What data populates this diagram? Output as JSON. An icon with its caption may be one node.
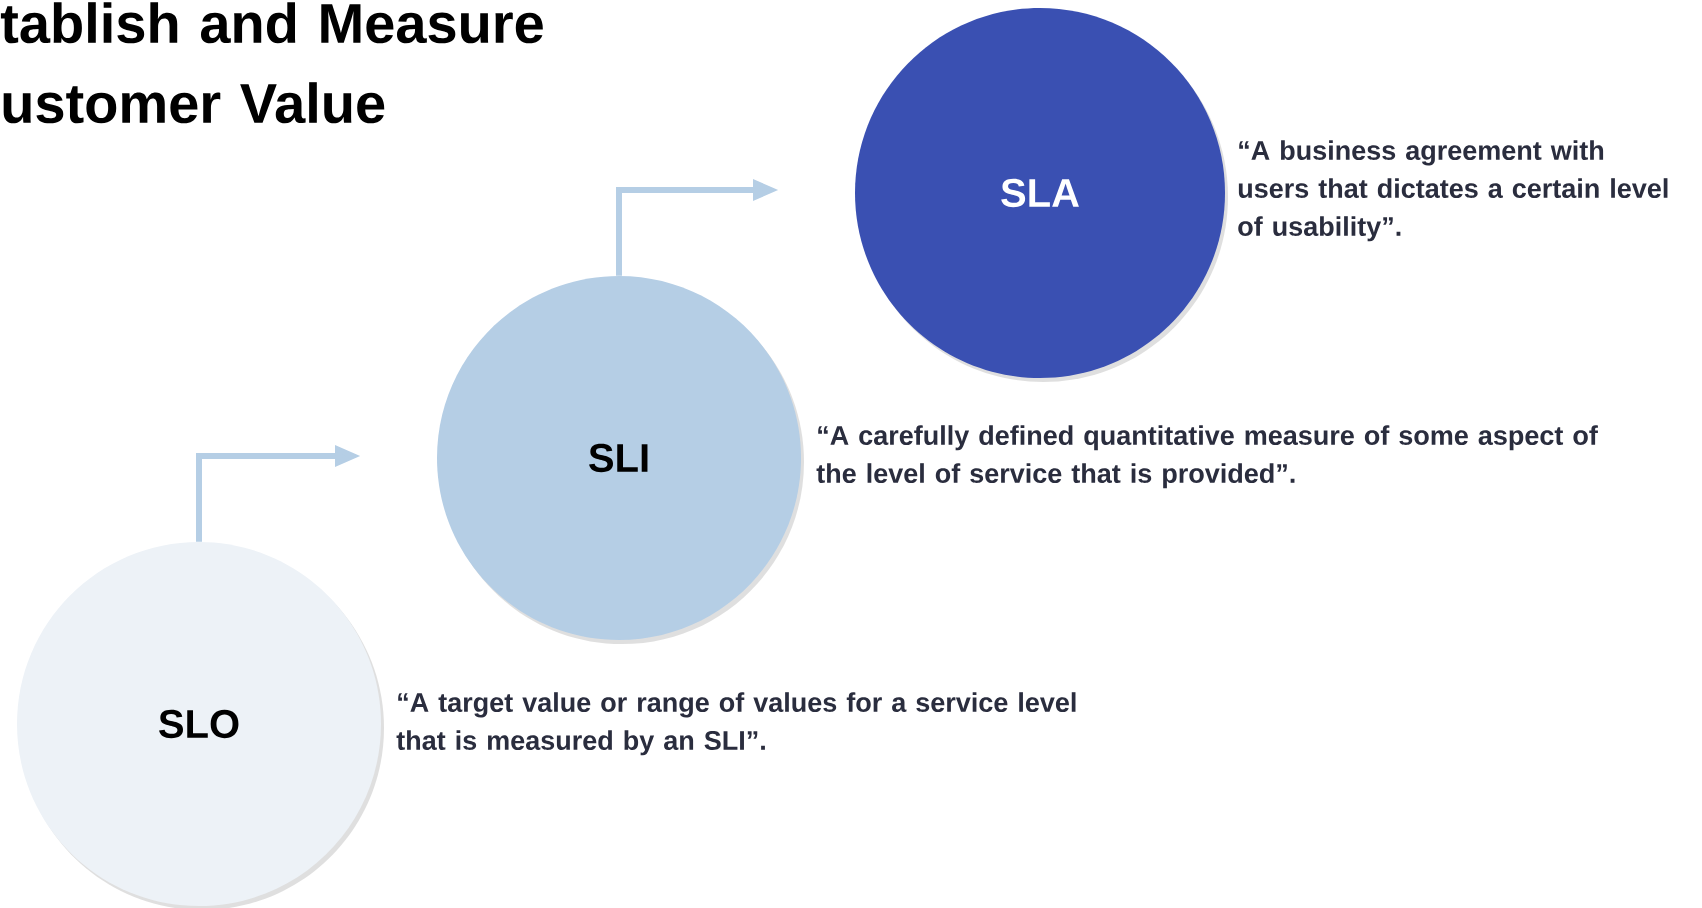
{
  "diagram": {
    "title": "tablish and Measure ustomer Value",
    "nodes": [
      {
        "text": [
          "SLO"
        ],
        "beside": [
          "“A target value or range of values for a service level that is measured by an SLI”."
        ]
      },
      {
        "text": [
          "SLI"
        ],
        "beside": [
          "“A carefully defined quantitative measure of some aspect of the level of service that is provided”."
        ]
      },
      {
        "text": [
          "SLA"
        ],
        "beside": [
          "“A business agreement with users that dictates a certain level of usability”."
        ]
      }
    ],
    "edges": [
      {
        "from": 0,
        "to": null,
        "arrow": "to"
      },
      {
        "from": 1,
        "to": null,
        "arrow": "to"
      }
    ]
  }
}
